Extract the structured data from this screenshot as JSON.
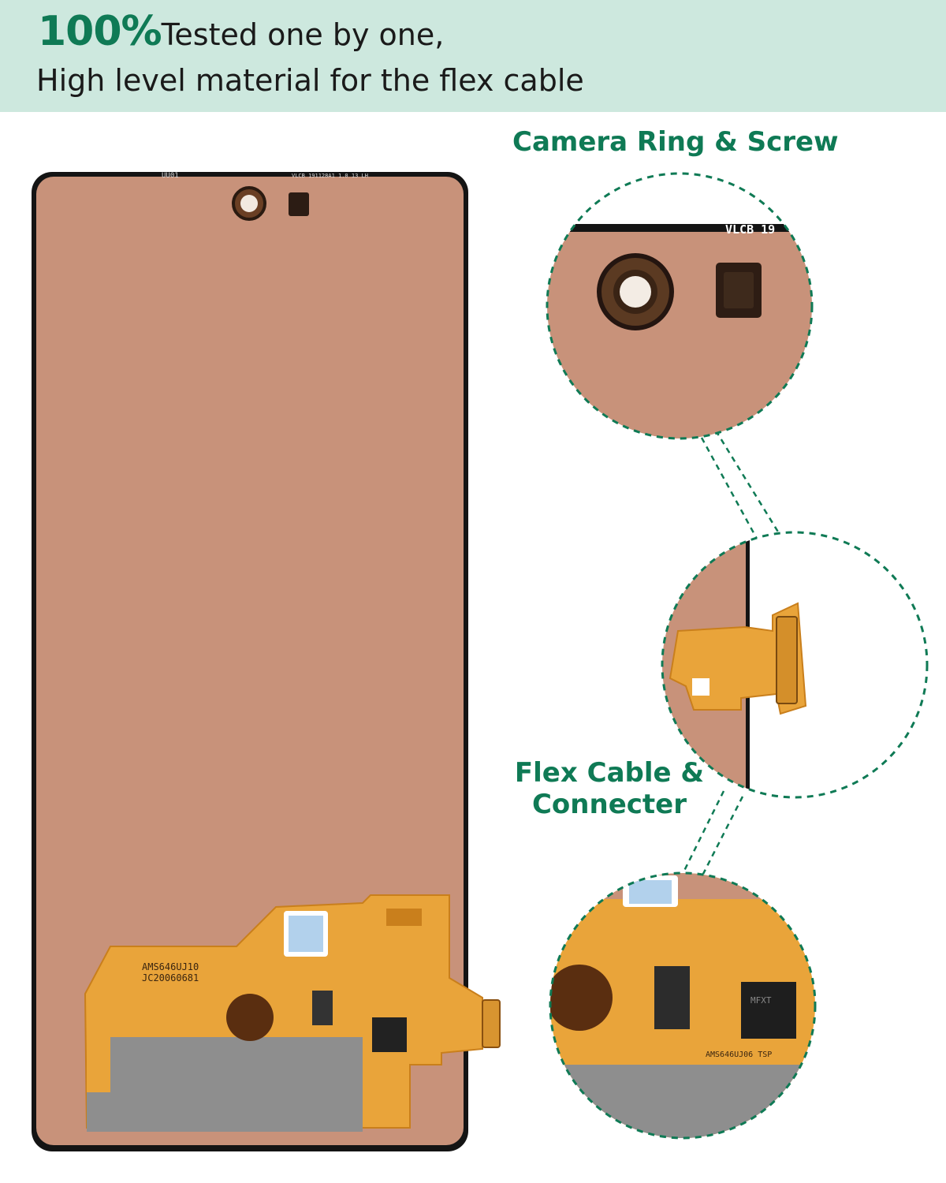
{
  "banner": {
    "percent": "100%",
    "line1_text": "Tested one by one,",
    "line2_text": "High level material for the flex cable",
    "background": "#cde8de",
    "accent": "#0f7a55"
  },
  "callouts": {
    "camera_label": "Camera Ring & Screw",
    "flex_label_line1": "Flex Cable &",
    "flex_label_line2": "Connecter"
  },
  "panel_print": {
    "top_code_left": "UU01",
    "top_code_right": "VLCB 191128A1 1.0 13 LH",
    "zoom_code": "VLCB 19",
    "board_code1": "AMS646UJ10",
    "board_code2": "JC20060681",
    "chip_text": "MFXT",
    "tsp_text": "AMS646UJ06 TSP"
  },
  "colors": {
    "panel": "#c8927a",
    "frame": "#141414",
    "flex": "#e9a43a",
    "flex_dark": "#c97f1c",
    "shield": "#8e8e8e",
    "dash": "#0f7a55"
  }
}
